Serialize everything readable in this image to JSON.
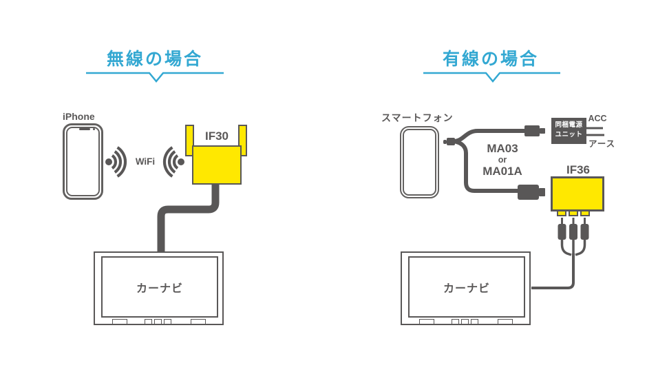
{
  "colors": {
    "accent_cyan": "#33A8D2",
    "device_gray": "#595757",
    "device_yellow": "#FFE800",
    "background": "#ffffff"
  },
  "icons": {
    "iphone": "smartphone-outline-with-notch",
    "smartphone": "smartphone-outline",
    "wifi": "dot-with-radiating-arcs",
    "rca_plugs": "three-rca-av-plugs",
    "car_navi": "monitor-with-buttons"
  },
  "left": {
    "title": "無線の場合",
    "phone_label": "iPhone",
    "wifi_label": "WiFi",
    "receiver_label": "IF30",
    "navi_label": "カーナビ"
  },
  "right": {
    "title": "有線の場合",
    "phone_label": "スマートフォン",
    "cable_model_1": "MA03",
    "cable_model_conj": "or",
    "cable_model_2": "MA01A",
    "power_unit_line1": "同梱電源",
    "power_unit_line2": "ユニット",
    "acc_label": "ACC",
    "ground_label": "アース",
    "receiver_label": "IF36",
    "navi_label": "カーナビ"
  }
}
